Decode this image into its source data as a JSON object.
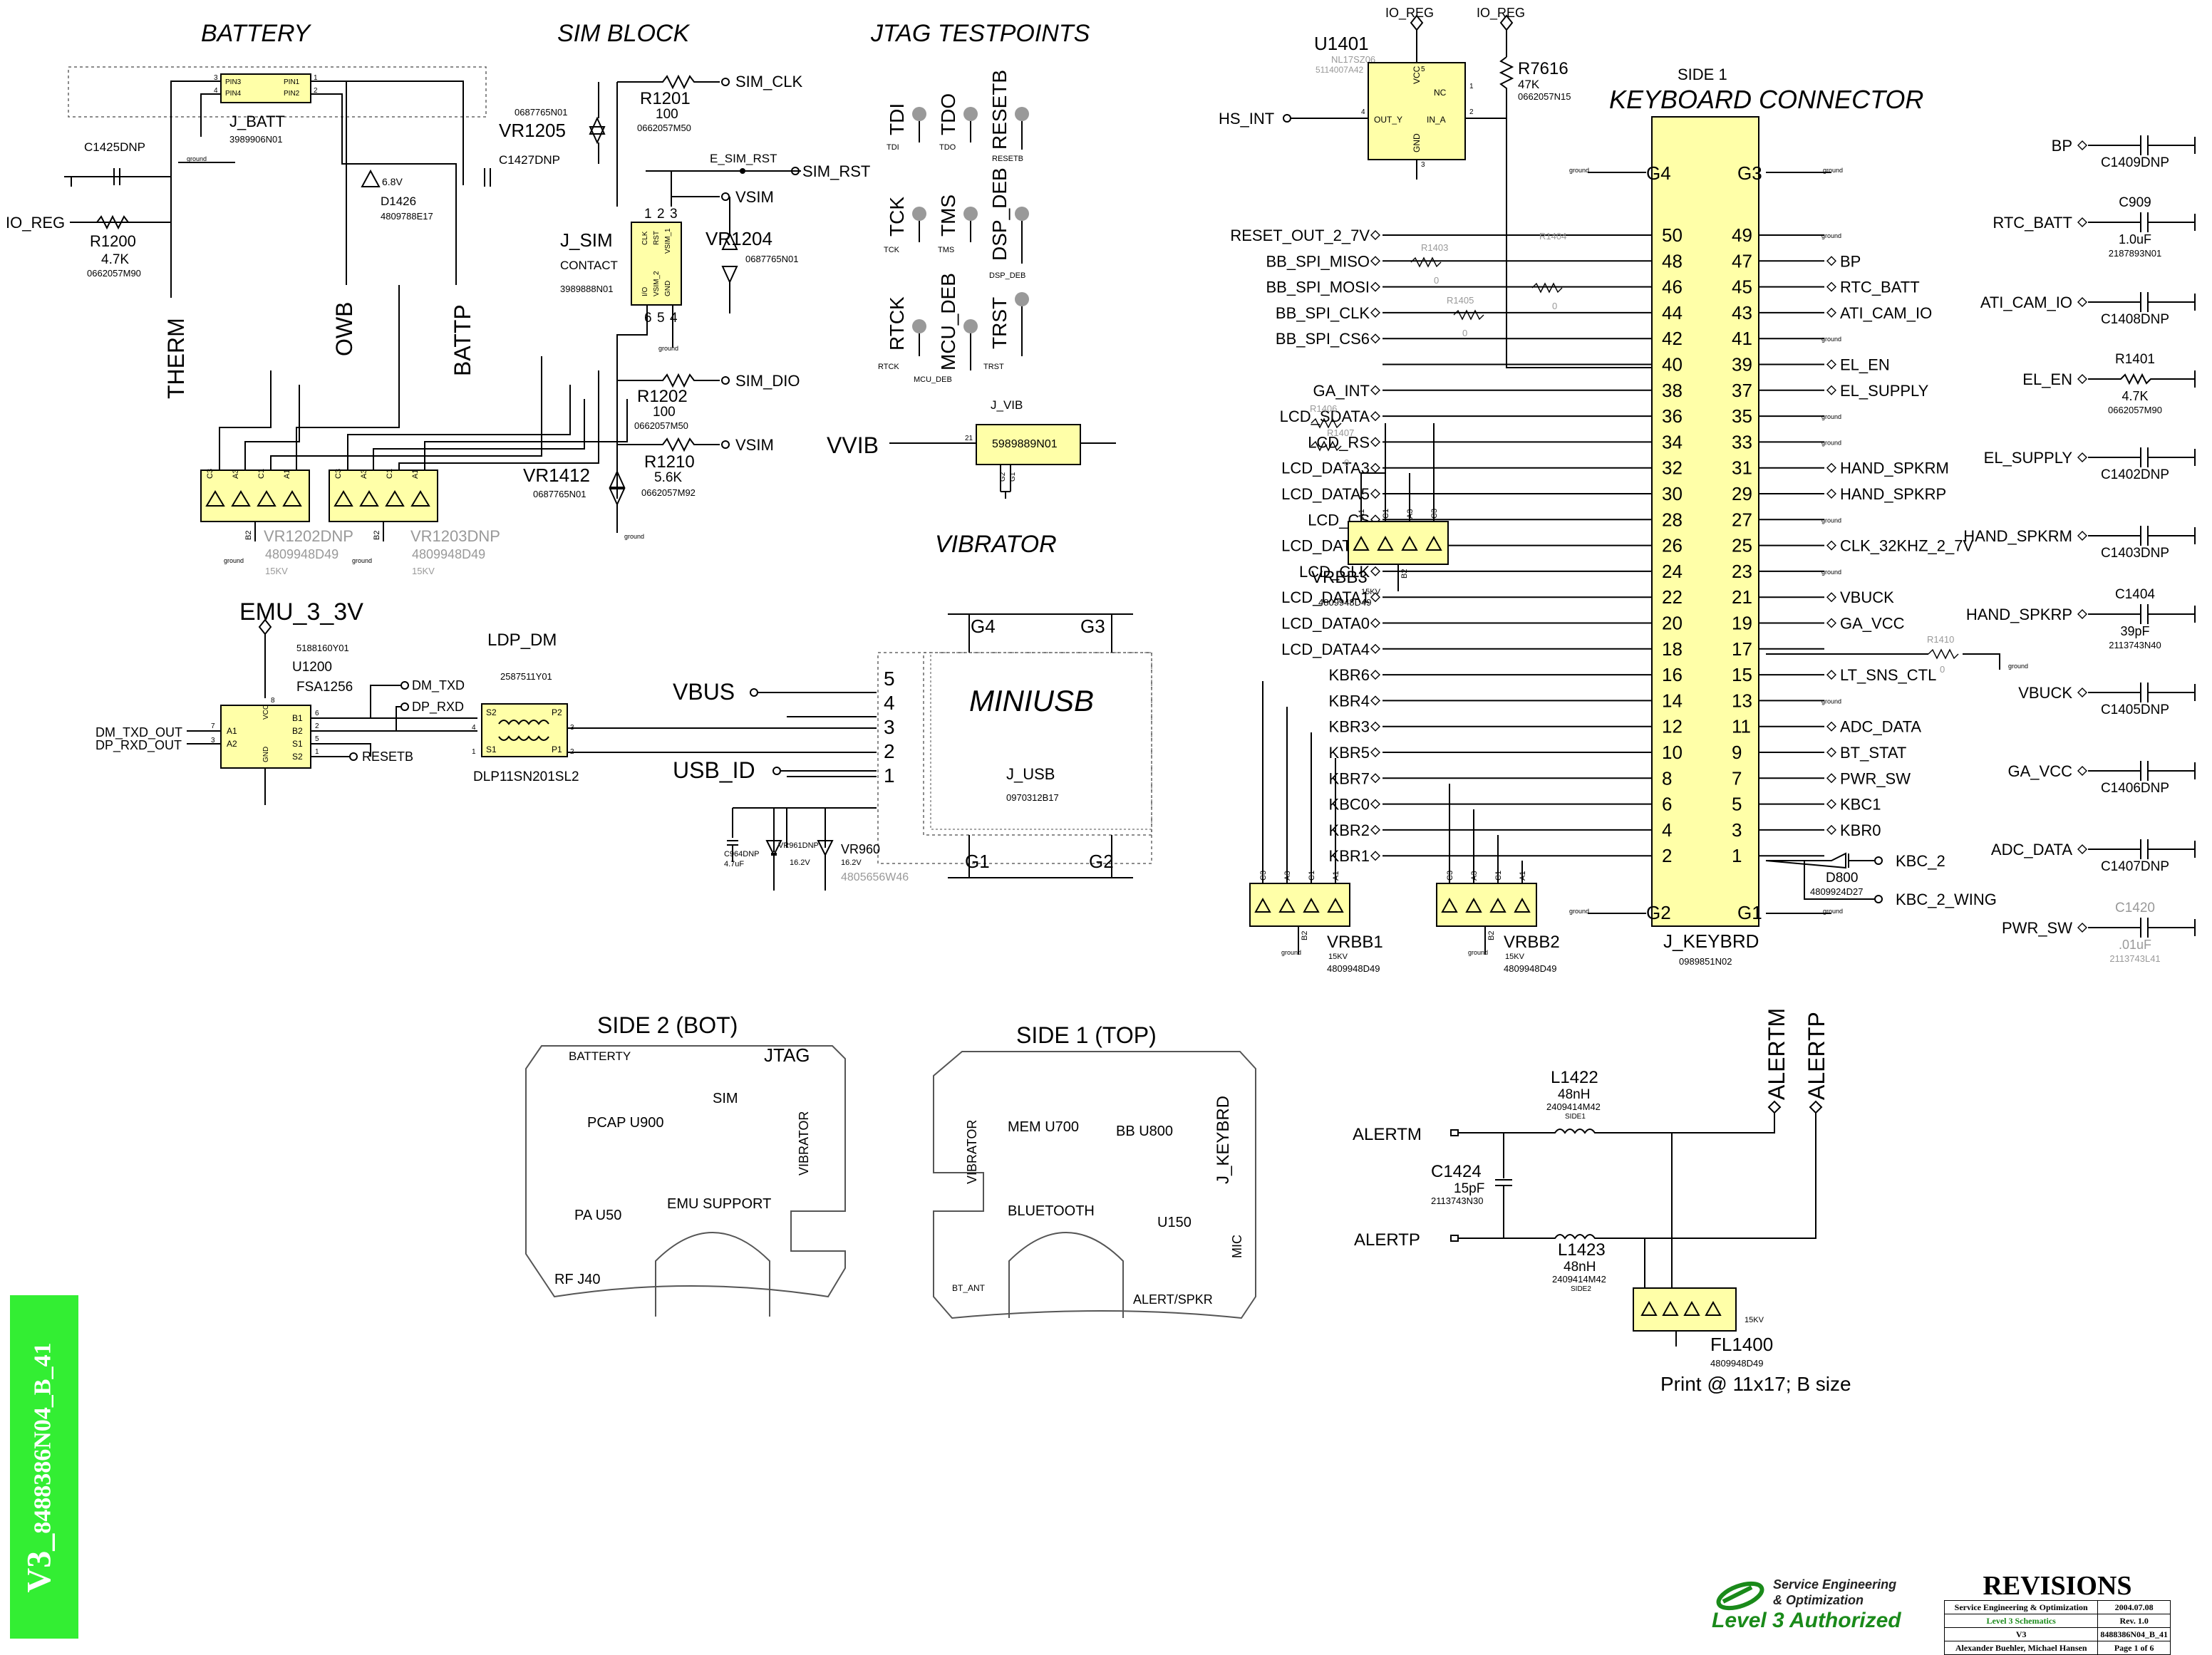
{
  "sections": {
    "battery": "BATTERY",
    "sim_block": "SIM BLOCK",
    "jtag": "JTAG TESTPOINTS",
    "vibrator": "VIBRATOR",
    "keyboard_connector": "KEYBOARD CONNECTOR",
    "keyboard_side": "SIDE 1",
    "miniusb": "MINIUSB",
    "side2": "SIDE 2 (BOT)",
    "side1": "SIDE 1 (TOP)"
  },
  "battery": {
    "connector": {
      "ref": "J_BATT",
      "pn": "3989906N01",
      "pins_left": [
        "PIN3",
        "PIN4"
      ],
      "pins_right": [
        "PIN1",
        "PIN2"
      ],
      "nums_left": [
        "3",
        "4"
      ],
      "nums_right": [
        "1",
        "2"
      ]
    },
    "c1425": "C1425DNP",
    "c1427": "C1427DNP",
    "d1426": {
      "ref": "D1426",
      "pn": "4809788E17",
      "val": "6.8V"
    },
    "r1200": {
      "ref": "R1200",
      "val": "4.7K",
      "pn": "0662057M90"
    },
    "io_reg": "IO_REG",
    "therm": "THERM",
    "owb": "OWB",
    "battp": "BATTP",
    "ground": "ground",
    "vr1202": {
      "ref": "VR1202DNP",
      "pn": "4809948D49",
      "kv": "15KV",
      "pins": [
        "C3",
        "A3",
        "C1",
        "A1"
      ],
      "b": "B2"
    },
    "vr1203": {
      "ref": "VR1203DNP",
      "pn": "4809948D49",
      "kv": "15KV",
      "pins": [
        "C3",
        "A3",
        "C1",
        "A1"
      ],
      "b": "B2"
    }
  },
  "sim": {
    "vr1205": {
      "ref": "VR1205",
      "pn": "0687765N01"
    },
    "r1201": {
      "ref": "R1201",
      "val": "100",
      "pn": "0662057M50"
    },
    "sim_clk": "SIM_CLK",
    "e_sim_rst": "E_SIM_RST",
    "sim_rst": "SIM_RST",
    "vsim": "VSIM",
    "j_sim": {
      "ref": "J_SIM",
      "sub": "CONTACT",
      "pn": "3989888N01",
      "top_pins": [
        "1",
        "2",
        "3"
      ],
      "bot_pins": [
        "6",
        "5",
        "4"
      ],
      "inner_top": [
        "CLK",
        "RST",
        "VSIM_1"
      ],
      "inner_bot": [
        "I/O",
        "VSIM_2",
        "GND"
      ]
    },
    "vr1204": {
      "ref": "VR1204",
      "pn": "0687765N01"
    },
    "r1202": {
      "ref": "R1202",
      "val": "100",
      "pn": "0662057M50"
    },
    "sim_dio": "SIM_DIO",
    "r1210": {
      "ref": "R1210",
      "val": "5.6K",
      "pn": "0662057M92"
    },
    "vsim2": "VSIM",
    "vr1412": {
      "ref": "VR1412",
      "pn": "0687765N01"
    }
  },
  "jtag": {
    "points": [
      {
        "big": "TDI",
        "small": "TDI"
      },
      {
        "big": "TDO",
        "small": "TDO"
      },
      {
        "big": "RESETB",
        "small": "RESETB"
      },
      {
        "big": "TCK",
        "small": "TCK"
      },
      {
        "big": "TMS",
        "small": "TMS"
      },
      {
        "big": "DSP_DEB",
        "small": "DSP_DEB"
      },
      {
        "big": "RTCK",
        "small": "RTCK"
      },
      {
        "big": "MCU_DEB",
        "small": "MCU_DEB"
      },
      {
        "big": "TRST",
        "small": "TRST"
      }
    ]
  },
  "vibrator": {
    "ref": "J_VIB",
    "pn": "5989889N01",
    "net": "VVIB",
    "pins": [
      "21",
      "G2",
      "G1"
    ]
  },
  "emu": {
    "title": "EMU_3_3V",
    "u1200": {
      "ref": "U1200",
      "part": "FSA1256",
      "pn": "5188160Y01",
      "left": [
        "A1",
        "A2"
      ],
      "right": [
        "B1",
        "B2",
        "S1",
        "S2"
      ],
      "vcc": "VCC",
      "gnd": "GND",
      "nums": [
        "7",
        "3",
        "6",
        "2",
        "5",
        "1",
        "8"
      ]
    },
    "nets": {
      "dm_txd_out": "DM_TXD_OUT",
      "dp_rxd_out": "DP_RXD_OUT",
      "dm_txd": "DM_TXD",
      "dp_rxd": "DP_RXD",
      "resetb": "RESETB"
    },
    "ldp": {
      "title": "LDP_DM",
      "pn": "2587511Y01",
      "part": "DLP11SN201SL2",
      "pins": [
        "S2",
        "S1",
        "P2",
        "P1"
      ],
      "nums": [
        "4",
        "1",
        "3",
        "2"
      ]
    }
  },
  "usb": {
    "ref": "J_USB",
    "pn": "0970312B17",
    "g_labels": [
      "G4",
      "G3",
      "G1",
      "G2"
    ],
    "pins": [
      "5",
      "4",
      "3",
      "2",
      "1"
    ],
    "vbus": "VBUS",
    "usb_id": "USB_ID",
    "c964": {
      "ref": "C964DNP",
      "val": "4.7uF"
    },
    "vr961": {
      "ref": "VR961DNP",
      "val": "16.2V"
    },
    "vr960": {
      "ref": "VR960",
      "val": "16.2V"
    },
    "pn2": "4805656W46"
  },
  "u1401": {
    "ref": "U1401",
    "part": "NL17SZ06",
    "pn": "5114007A42",
    "pins": [
      "VCC",
      "NC",
      "OUT_Y",
      "IN_A",
      "GND"
    ],
    "nums": [
      "5",
      "1",
      "4",
      "2",
      "3"
    ],
    "io_reg1": "IO_REG",
    "io_reg2": "IO_REG",
    "hs_int": "HS_INT"
  },
  "r7616": {
    "ref": "R7616",
    "val": "47K",
    "pn": "0662057N15"
  },
  "keybrd": {
    "ref": "J_KEYBRD",
    "pn": "0989851N02",
    "g_top": [
      "G4",
      "G3"
    ],
    "g_bot": [
      "G2",
      "G1"
    ],
    "left_pins": [
      "50",
      "48",
      "46",
      "44",
      "42",
      "40",
      "38",
      "36",
      "34",
      "32",
      "30",
      "28",
      "26",
      "24",
      "22",
      "20",
      "18",
      "16",
      "14",
      "12",
      "10",
      "8",
      "6",
      "4",
      "2"
    ],
    "right_pins": [
      "49",
      "47",
      "45",
      "43",
      "41",
      "39",
      "37",
      "35",
      "33",
      "31",
      "29",
      "27",
      "25",
      "23",
      "21",
      "19",
      "17",
      "15",
      "13",
      "11",
      "9",
      "7",
      "5",
      "3",
      "1"
    ],
    "left_nets": [
      "RESET_OUT_2_7V",
      "BB_SPI_MISO",
      "BB_SPI_MOSI",
      "BB_SPI_CLK",
      "BB_SPI_CS6",
      "",
      "GA_INT",
      "LCD_SDATA",
      "LCD_RS",
      "LCD_DATA3",
      "LCD_DATA5",
      "LCD_CS",
      "LCD_DATA2",
      "LCD_CLK",
      "LCD_DATA1",
      "LCD_DATA0",
      "LCD_DATA4",
      "KBR6",
      "KBR4",
      "KBR3",
      "KBR5",
      "KBR7",
      "KBC0",
      "KBR2",
      "KBR1"
    ],
    "right_nets": [
      "",
      "BP",
      "RTC_BATT",
      "ATI_CAM_IO",
      "",
      "EL_EN",
      "EL_SUPPLY",
      "",
      "",
      "HAND_SPKRM",
      "HAND_SPKRP",
      "",
      "CLK_32KHZ_2_7V",
      "",
      "VBUCK",
      "GA_VCC",
      "",
      "LT_SNS_CTL",
      "",
      "ADC_DATA",
      "BT_STAT",
      "PWR_SW",
      "KBC1",
      "KBR0",
      ""
    ],
    "r1403": {
      "ref": "R1403",
      "val": "0"
    },
    "r1404": {
      "ref": "R1404",
      "val": "0"
    },
    "r1405": {
      "ref": "R1405",
      "val": "0"
    },
    "r1406": {
      "ref": "R1406"
    },
    "r1407": {
      "ref": "R1407",
      "val": "0"
    },
    "r1410": {
      "ref": "R1410",
      "val": "0"
    },
    "ground": "ground",
    "d800": {
      "ref": "D800",
      "pn": "4809924D27"
    },
    "kbc_2": "KBC_2",
    "kbc_2_wing": "KBC_2_WING"
  },
  "vrbb": {
    "vrbb1": {
      "ref": "VRBB1",
      "pn": "4809948D49",
      "kv": "15KV",
      "pins": [
        "C3",
        "A3",
        "C1",
        "A1"
      ],
      "b": "B2"
    },
    "vrbb2": {
      "ref": "VRBB2",
      "pn": "4809948D49",
      "kv": "15KV",
      "pins": [
        "C3",
        "A3",
        "C1",
        "A1"
      ],
      "b": "B2"
    },
    "vrbb3": {
      "ref": "VRBB3",
      "pn": "4809948D49",
      "kv": "15KV",
      "pins": [
        "A1",
        "C1",
        "A3",
        "C3"
      ],
      "b": "B2"
    }
  },
  "caps": [
    {
      "net": "BP",
      "ref": "C1409DNP",
      "val": ""
    },
    {
      "net": "RTC_BATT",
      "ref": "C909",
      "val": "1.0uF",
      "pn": "2187893N01"
    },
    {
      "net": "ATI_CAM_IO",
      "ref": "C1408DNP",
      "val": ""
    },
    {
      "net": "EL_EN",
      "ref": "R1401",
      "val": "4.7K",
      "pn": "0662057M90"
    },
    {
      "net": "EL_SUPPLY",
      "ref": "C1402DNP",
      "val": ""
    },
    {
      "net": "HAND_SPKRM",
      "ref": "C1403DNP",
      "val": ""
    },
    {
      "net": "HAND_SPKRP",
      "ref": "C1404",
      "val": "39pF",
      "pn": "2113743N40"
    },
    {
      "net": "VBUCK",
      "ref": "C1405DNP",
      "val": ""
    },
    {
      "net": "GA_VCC",
      "ref": "C1406DNP",
      "val": ""
    },
    {
      "net": "ADC_DATA",
      "ref": "C1407DNP",
      "val": ""
    },
    {
      "net": "PWR_SW",
      "ref": "C1420",
      "val": ".01uF",
      "pn": "2113743L41"
    }
  ],
  "side2_labels": [
    "BATTERTY",
    "JTAG",
    "SIM",
    "PCAP  U900",
    "VIBRATOR",
    "EMU SUPPORT",
    "PA  U50",
    "RF  J40"
  ],
  "side1_labels": [
    "VIBRATOR",
    "MEM U700",
    "BB U800",
    "J_KEYBRD",
    "BLUETOOTH",
    "U150",
    "MIC",
    "BT_ANT",
    "ALERT/SPKR"
  ],
  "alert": {
    "alertm": "ALERTM",
    "alertp": "ALERTP",
    "alertm_v": "ALERTM",
    "alertp_v": "ALERTP",
    "l1422": {
      "ref": "L1422",
      "val": "48nH",
      "pn": "2409414M42",
      "side": "SIDE1"
    },
    "l1423": {
      "ref": "L1423",
      "val": "48nH",
      "pn": "2409414M42",
      "side": "SIDE2"
    },
    "c1424": {
      "ref": "C1424",
      "val": "15pF",
      "pn": "2113743N30"
    },
    "fl1400": {
      "ref": "FL1400",
      "pn": "4809948D49",
      "kv": "15KV"
    }
  },
  "print_note": "Print @ 11x17; B size",
  "badge": {
    "main": "V3_",
    "sub": "8488386N04_B_41"
  },
  "revisions": {
    "title": "REVISIONS",
    "rows": [
      [
        "Service Engineering & Optimization",
        "2004.07.08"
      ],
      [
        "Level 3 Schematics",
        "Rev. 1.0"
      ],
      [
        "V3",
        "8488386N04_B_41"
      ],
      [
        "Alexander Buehler, Michael Hansen",
        "Page 1 of 6"
      ]
    ]
  },
  "logo": {
    "line1": "Service Engineering",
    "line2": "& Optimization",
    "line3": "Level 3 Authorized"
  },
  "colors": {
    "component_fill": "#ffffa8",
    "badge": "#33ee33",
    "logo_green": "#1a8a1a"
  }
}
